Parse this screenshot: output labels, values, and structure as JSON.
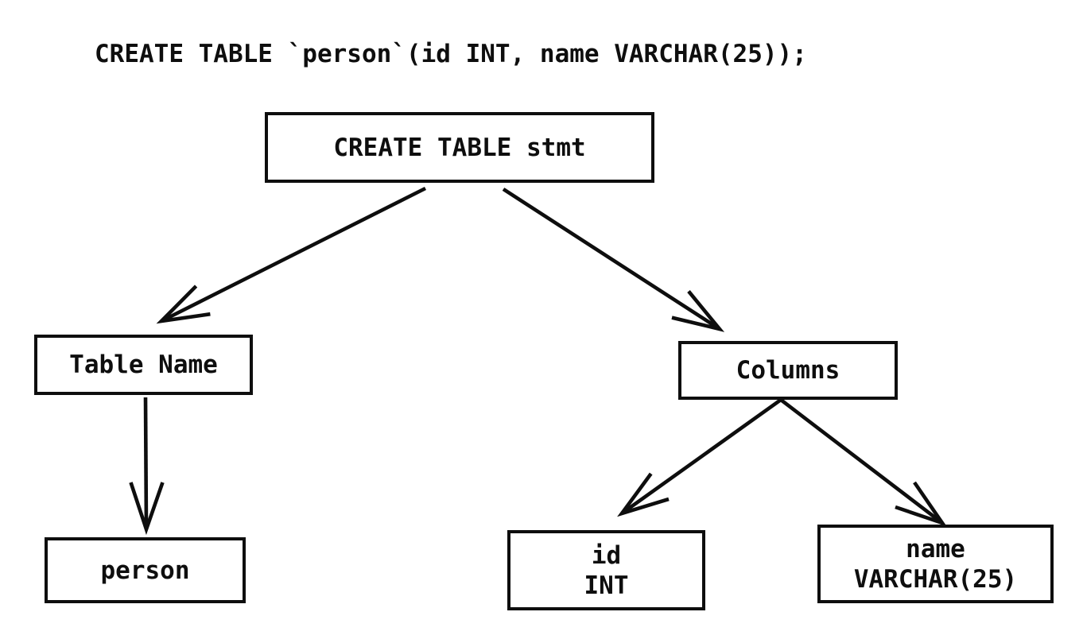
{
  "header": {
    "sql_statement": "CREATE TABLE `person`(id INT, name VARCHAR(25));"
  },
  "diagram": {
    "type": "parse-tree",
    "colors": {
      "background": "#ffffff",
      "line": "#0e0e0e",
      "text": "#0e0e0e"
    },
    "nodes": [
      {
        "id": "create-table-stmt",
        "lines": [
          "CREATE TABLE stmt"
        ]
      },
      {
        "id": "table-name",
        "lines": [
          "Table Name"
        ]
      },
      {
        "id": "columns",
        "lines": [
          "Columns"
        ]
      },
      {
        "id": "person",
        "lines": [
          "person"
        ]
      },
      {
        "id": "id-int",
        "lines": [
          "id",
          "INT"
        ]
      },
      {
        "id": "name-varchar",
        "lines": [
          "name",
          "VARCHAR(25)"
        ]
      }
    ],
    "edges": [
      {
        "from": "create-table-stmt",
        "to": "table-name"
      },
      {
        "from": "create-table-stmt",
        "to": "columns"
      },
      {
        "from": "table-name",
        "to": "person"
      },
      {
        "from": "columns",
        "to": "id-int"
      },
      {
        "from": "columns",
        "to": "name-varchar"
      }
    ]
  }
}
